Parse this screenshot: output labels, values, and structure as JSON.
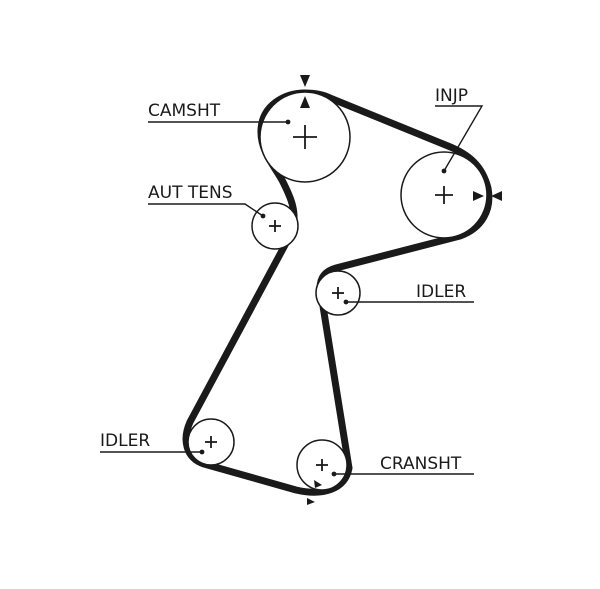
{
  "labels": {
    "camshaft": "CAMSHT",
    "injection_pump": "INJP",
    "auto_tensioner": "AUT TENS",
    "idler_right": "IDLER",
    "idler_left": "IDLER",
    "crankshaft": "CRANSHT"
  },
  "colors": {
    "stroke": "#1a1a1a",
    "background": "#ffffff"
  }
}
